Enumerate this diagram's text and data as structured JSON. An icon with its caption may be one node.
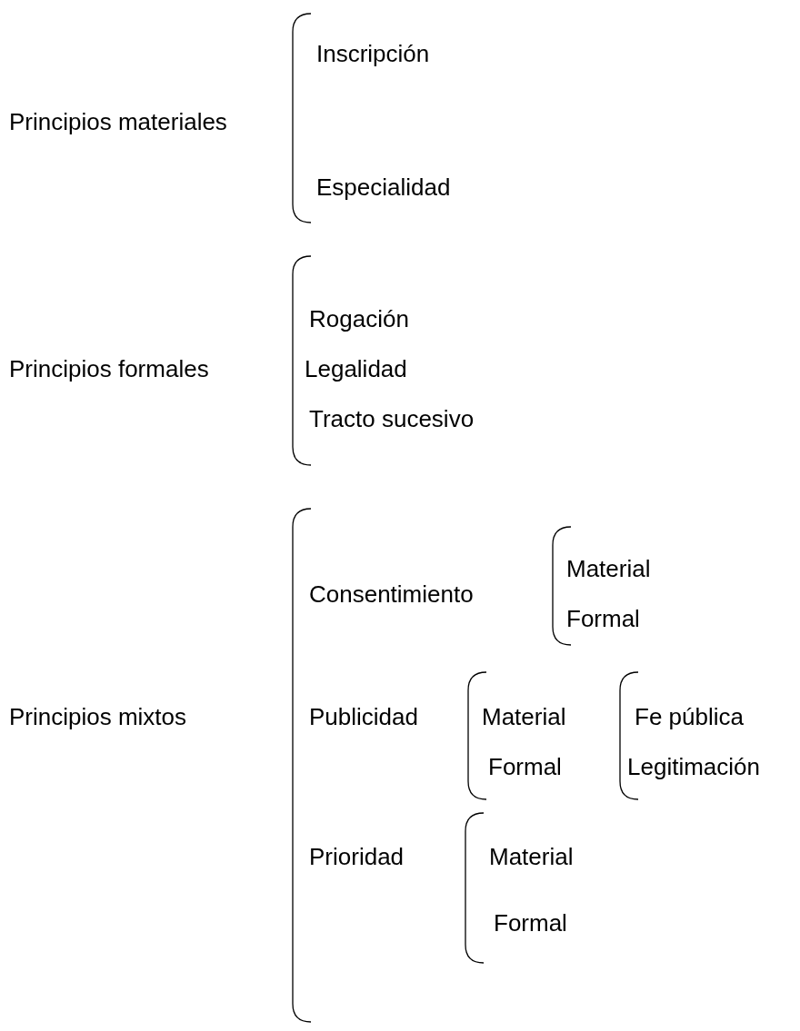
{
  "diagram": {
    "labels": [
      "Principios materiales",
      "Inscripción",
      "Especialidad",
      "Principios formales",
      "Rogación",
      "Legalidad",
      "Tracto sucesivo",
      "Principios mixtos",
      "Consentimiento",
      "Material",
      "Formal",
      "Publicidad",
      "Material",
      "Formal",
      "Fe pública",
      "Legitimación",
      "Prioridad",
      "Material",
      "Formal"
    ]
  }
}
